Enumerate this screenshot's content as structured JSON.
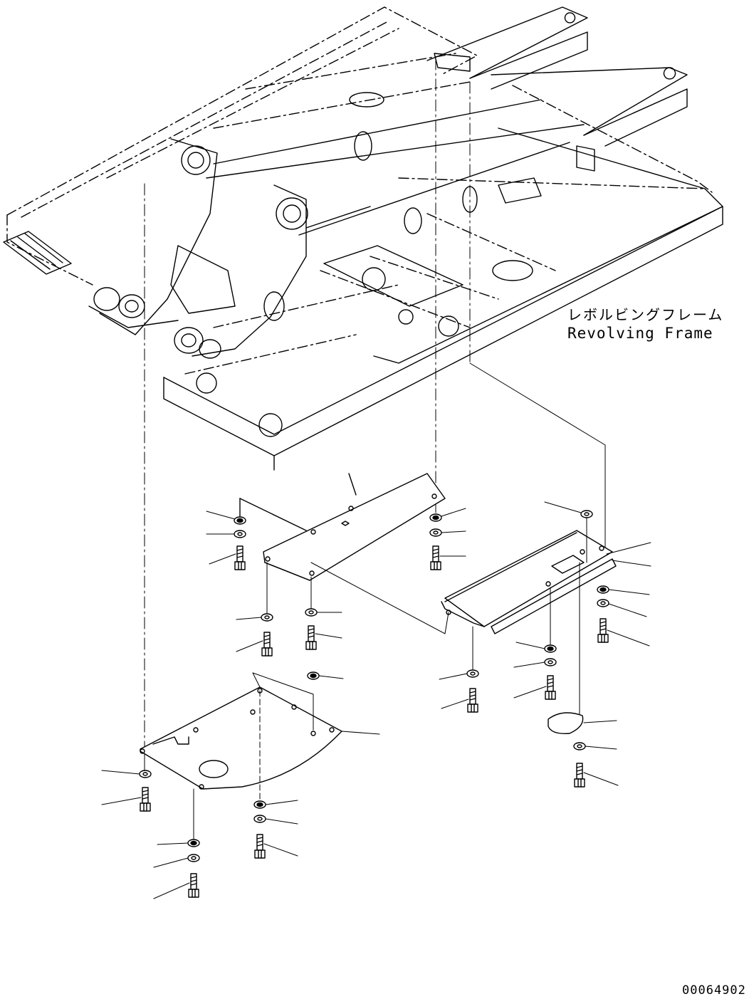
{
  "labels": {
    "frame_name_jp": "レボルビングフレーム",
    "frame_name_en": "Revolving Frame",
    "drawing_number": "00064902"
  },
  "parts": {
    "bolt": "bolt-icon",
    "washer": "washer-icon"
  }
}
